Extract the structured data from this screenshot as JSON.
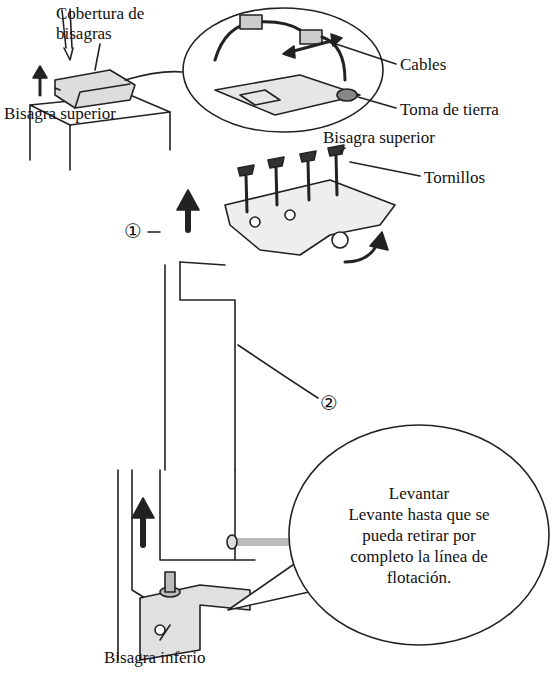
{
  "diagram": {
    "nodes": [
      {
        "text": [
          "Levantar",
          "Levante hasta que se pueda retirar por completo la línea de flotación."
        ]
      }
    ],
    "labels": [
      "Cobertura de bisagras",
      "Bisagra superior",
      "Cables",
      "Toma de tierra",
      "Bisagra superior",
      "Tornillos",
      "①",
      "②",
      "Bisagra inferio"
    ]
  }
}
